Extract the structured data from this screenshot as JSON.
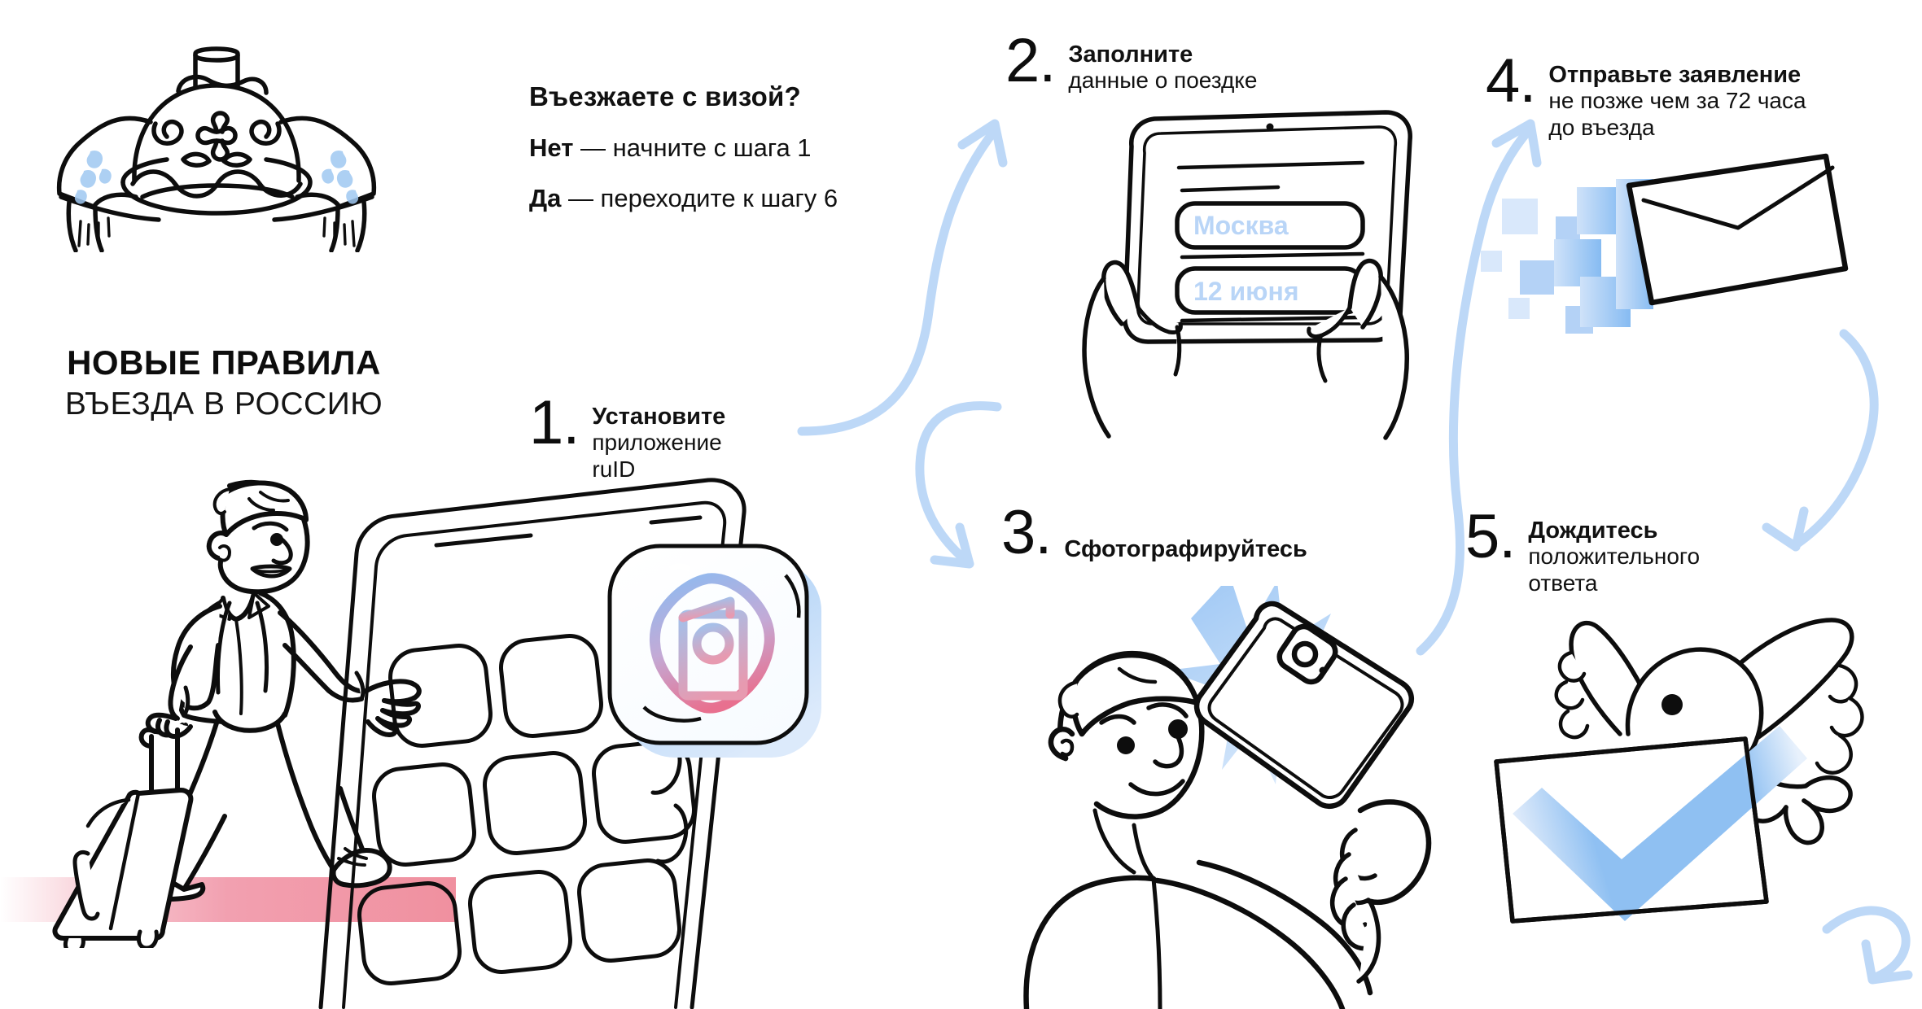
{
  "header": {
    "title_main": "НОВЫЕ ПРАВИЛА",
    "title_sub": "ВЪЕЗДА В РОССИЮ",
    "hero_icon": "bread-and-salt-icon",
    "traveler_icon": "traveler-with-suitcase-illustration"
  },
  "visa": {
    "question": "Въезжаете с визой?",
    "answer_no_label": "Нет",
    "answer_no_text": " — начните с шага 1",
    "answer_yes_label": "Да",
    "answer_yes_text": " — переходите к шагу 6"
  },
  "steps": [
    {
      "num": "1.",
      "title": "Установите",
      "desc": "приложение\nruID",
      "illustration": "phone-home-screen-with-ruid-app-icon"
    },
    {
      "num": "2.",
      "title": "Заполните",
      "desc": "данные о поездке",
      "illustration": "hands-holding-tablet-with-form"
    },
    {
      "num": "3.",
      "title": "Сфотографируйтесь",
      "desc": "",
      "illustration": "man-taking-selfie-with-flash"
    },
    {
      "num": "4.",
      "title": "Отправьте заявление",
      "desc": "не позже чем за 72 часа\nдо въезда",
      "illustration": "envelope-sending-pixel-dissolve"
    },
    {
      "num": "5.",
      "title": "Дождитесь",
      "desc": "положительного\nответа",
      "illustration": "dove-carrying-letter-with-checkmark"
    }
  ],
  "app_form": {
    "field_city": "Москва",
    "field_date": "12 июня"
  },
  "colors": {
    "ink": "#0d0d0d",
    "arrow_blue": "#bdd8f7",
    "accent_blue": "#8fc0f0",
    "field_text_blue": "#b9d5f7",
    "band_pink": "#f2a0b0",
    "icon_gradient_from": "#92b9ee",
    "icon_gradient_to": "#e8899f",
    "background": "#ffffff"
  }
}
